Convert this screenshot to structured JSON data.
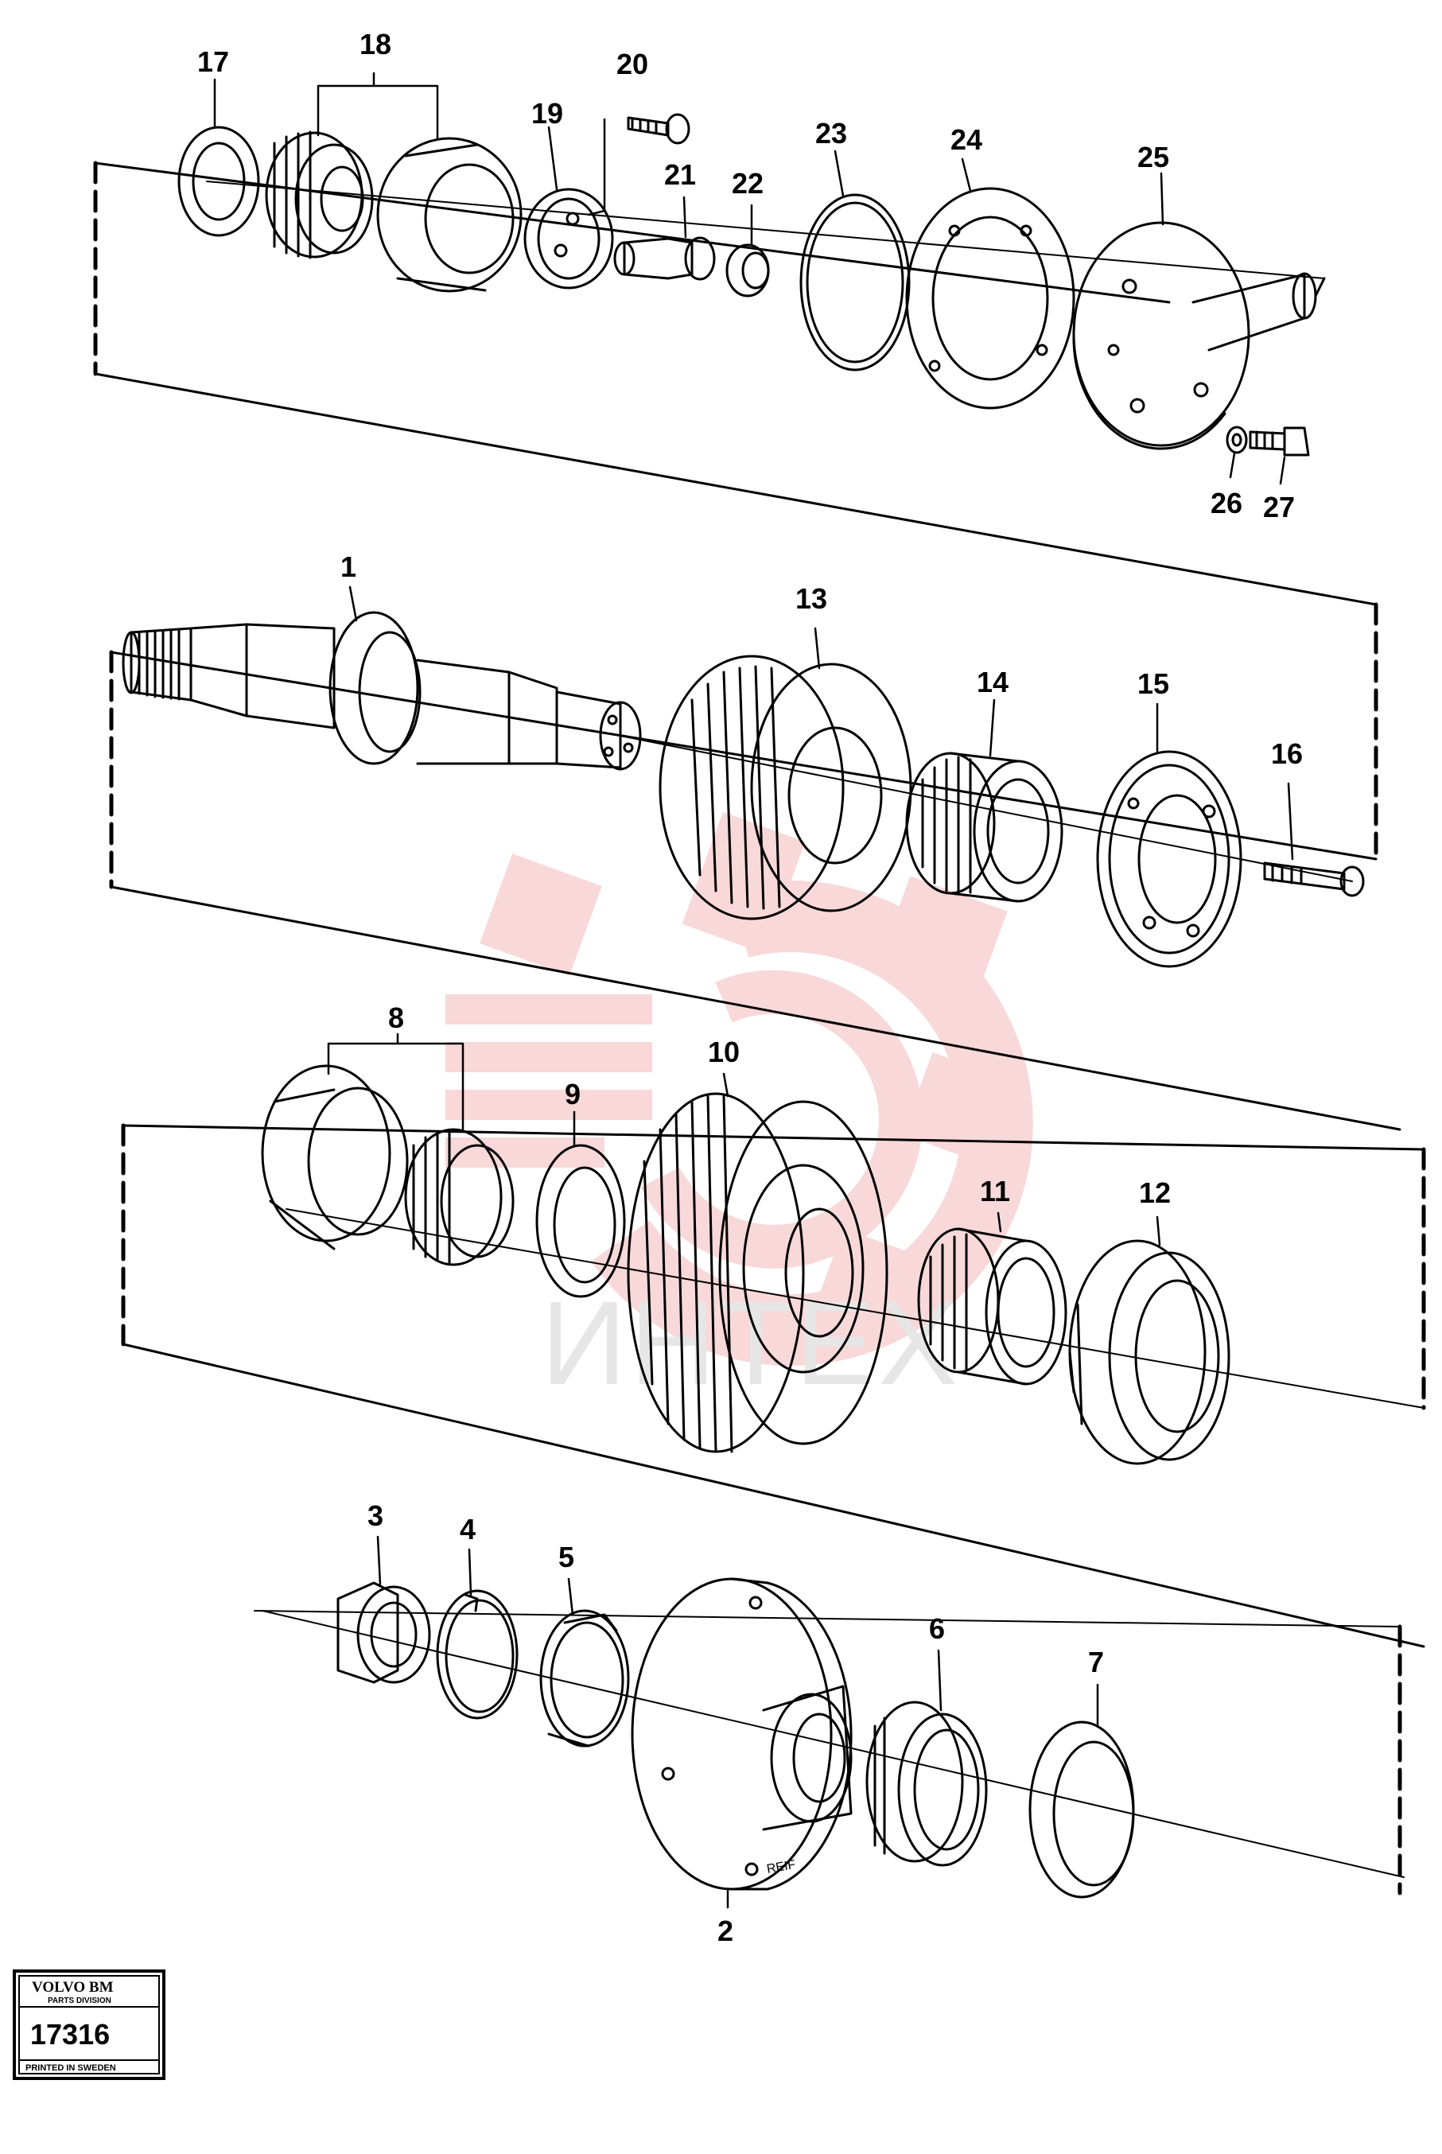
{
  "diagram": {
    "type": "exploded parts diagram",
    "callouts": {
      "c1": "1",
      "c2": "2",
      "c3": "3",
      "c4": "4",
      "c5": "5",
      "c6": "6",
      "c7": "7",
      "c8": "8",
      "c9": "9",
      "c10": "10",
      "c11": "11",
      "c12": "12",
      "c13": "13",
      "c14": "14",
      "c15": "15",
      "c16": "16",
      "c17": "17",
      "c18": "18",
      "c19": "19",
      "c20": "20",
      "c21": "21",
      "c22": "22",
      "c23": "23",
      "c24": "24",
      "c25": "25",
      "c26": "26",
      "c27": "27"
    },
    "watermark": {
      "text": "ИНТЕХ",
      "color": "#f2b8b8"
    },
    "stamp": {
      "brand": "VOLVO BM",
      "division": "PARTS DIVISION",
      "number": "17316",
      "footer": "PRINTED IN SWEDEN"
    },
    "part_marking": "REIF",
    "colors": {
      "line": "#000000",
      "watermark": "#f2b8b8"
    }
  }
}
